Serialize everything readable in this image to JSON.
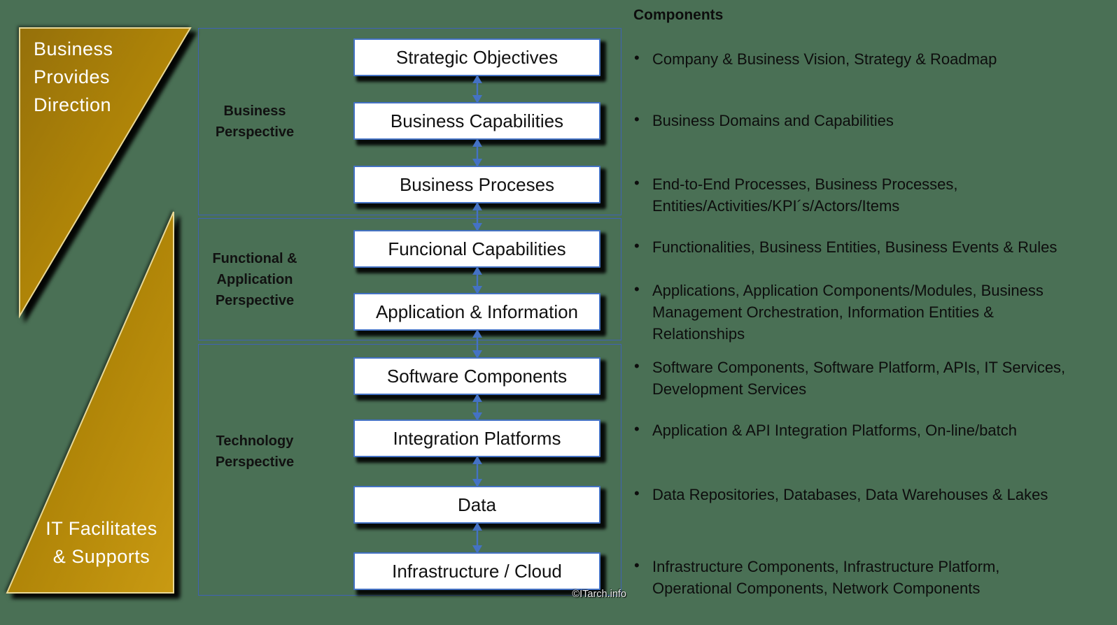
{
  "triangles": {
    "top": {
      "lines": [
        "Business",
        "Provides",
        "Direction"
      ]
    },
    "bottom": {
      "lines": [
        "IT Facilitates",
        "& Supports"
      ]
    }
  },
  "groups": [
    {
      "label_lines": [
        "Business",
        "Perspective"
      ],
      "boxes": [
        "Strategic Objectives",
        "Business Capabilities",
        "Business Proceses"
      ]
    },
    {
      "label_lines": [
        "Functional &",
        "Application",
        "Perspective"
      ],
      "boxes": [
        "Funcional Capabilities",
        "Application & Information"
      ]
    },
    {
      "label_lines": [
        "Technology",
        "Perspective"
      ],
      "boxes": [
        "Software Components",
        "Integration Platforms",
        "Data",
        "Infrastructure / Cloud"
      ]
    }
  ],
  "components": {
    "title": "Components",
    "bullets": [
      {
        "lines": [
          "Company & Business Vision, Strategy & Roadmap"
        ]
      },
      {
        "lines": [
          "Business Domains and Capabilities"
        ]
      },
      {
        "lines": [
          "End-to-End Processes, Business Processes,",
          "Entities/Activities/KPI´s/Actors/Items"
        ]
      },
      {
        "lines": [
          "Functionalities, Business Entities, Business Events & Rules"
        ]
      },
      {
        "lines": [
          "Applications, Application Components/Modules, Business",
          "Management Orchestration, Information Entities &",
          "Relationships"
        ]
      },
      {
        "lines": [
          "Software Components, Software Platform, APIs, IT Services,",
          "Development Services"
        ]
      },
      {
        "lines": [
          "Application & API Integration Platforms, On-line/batch"
        ]
      },
      {
        "lines": [
          "Data Repositories, Databases, Data Warehouses & Lakes"
        ]
      },
      {
        "lines": [
          "Infrastructure Components, Infrastructure Platform,",
          "Operational Components, Network Components"
        ]
      }
    ]
  },
  "watermark": "©ITarch.info",
  "colors": {
    "background": "#4A7055",
    "accent_blue": "#4472C4",
    "group_border_blue": "#3F62B5",
    "gold": "#B8860B",
    "gold_edge": "#E8D897",
    "box_fill": "#FFFFFF",
    "shadow": "#000000",
    "text_dark": "#111111",
    "text_light": "#FFFFFF"
  }
}
